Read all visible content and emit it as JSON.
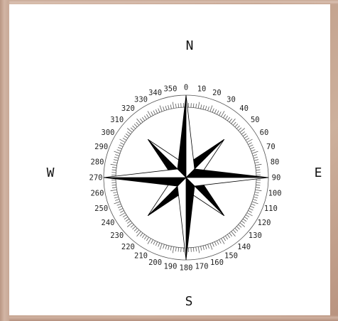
{
  "compass": {
    "cardinals": {
      "north": "N",
      "east": "E",
      "south": "S",
      "west": "W"
    },
    "degree_labels": [
      "0",
      "10",
      "20",
      "30",
      "40",
      "50",
      "60",
      "70",
      "80",
      "90",
      "100",
      "110",
      "120",
      "130",
      "140",
      "150",
      "160",
      "170",
      "180",
      "190",
      "200",
      "210",
      "220",
      "230",
      "240",
      "250",
      "260",
      "270",
      "280",
      "290",
      "300",
      "310",
      "320",
      "330",
      "340",
      "350"
    ],
    "colors": {
      "ink": "#000000",
      "paper": "#ffffff",
      "backdrop": "#c4a592"
    }
  }
}
